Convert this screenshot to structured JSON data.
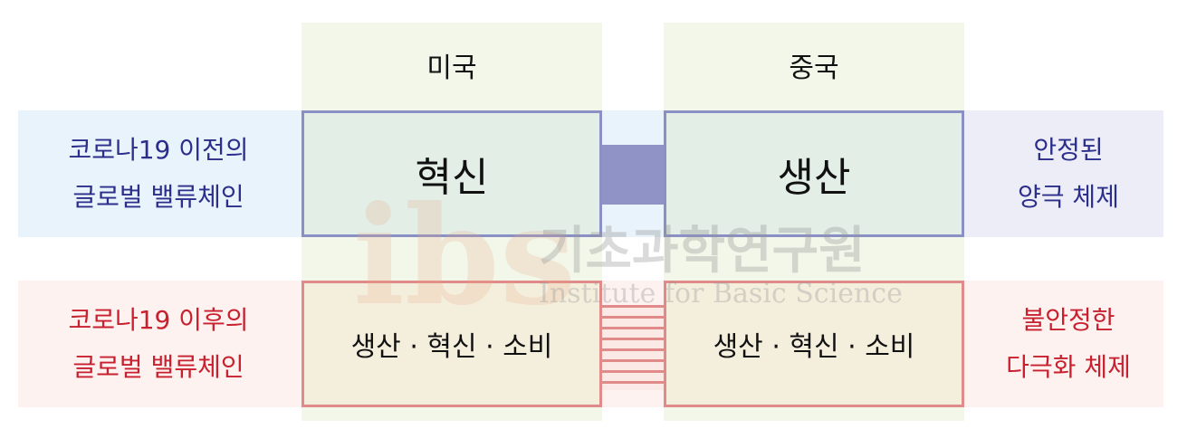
{
  "columns": [
    {
      "header": "미국"
    },
    {
      "header": "중국"
    }
  ],
  "rows": [
    {
      "left_label": [
        "코로나19 이전의",
        "글로벌 밸류체인"
      ],
      "boxes": [
        "혁신",
        "생산"
      ],
      "right_label": [
        "안정된",
        "양극 체제"
      ]
    },
    {
      "left_label": [
        "코로나19 이후의",
        "글로벌 밸류체인"
      ],
      "boxes": [
        "생산 · 혁신 · 소비",
        "생산 · 혁신 · 소비"
      ],
      "right_label": [
        "불안정한",
        "다극화 체제"
      ]
    }
  ],
  "watermark": {
    "logo": "ibs",
    "korean": "기초과학연구원",
    "english": "Institute for Basic Science"
  },
  "colors": {
    "before_text": "#2b2e8a",
    "after_text": "#c8202e",
    "before_border": "#8a90c4",
    "after_border": "#e08a8a"
  }
}
